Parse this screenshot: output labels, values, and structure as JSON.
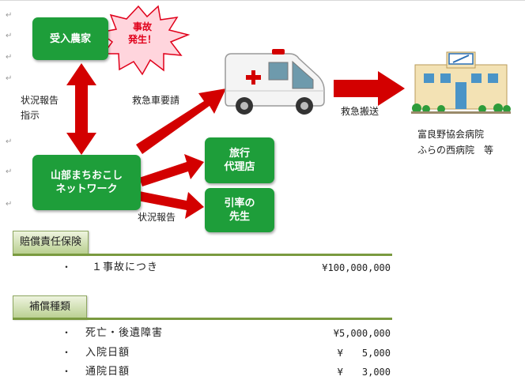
{
  "diagram": {
    "juniu_noka": "受入農家",
    "jiko_hassei": [
      "事故",
      "発生！"
    ],
    "jokyo_hokoku_left": "状況報告",
    "shiji": "指示",
    "kyukyusha_yosei": "救急車要請",
    "network": [
      "山部まちおこし",
      "ネットワーク"
    ],
    "ryoko_dairiten": [
      "旅行",
      "代理店"
    ],
    "inshuu_sensei": [
      "引率の",
      "先生"
    ],
    "jokyo_hokoku_bottom": "状況報告",
    "kyukyu_hanso": "救急搬送",
    "hospital_names": [
      "富良野協会病院",
      "ふらの西病院　等"
    ]
  },
  "baisho": {
    "header": "賠償責任保険",
    "items": [
      {
        "label": "１事故につき",
        "value": "¥100,000,000"
      }
    ]
  },
  "hosho": {
    "header": "補償種類",
    "items": [
      {
        "label": "死亡・後遺障害",
        "value": "¥5,000,000"
      },
      {
        "label": "入院日額",
        "value": "¥　　5,000"
      },
      {
        "label": "通院日額",
        "value": "¥　　3,000"
      }
    ]
  },
  "marks": {
    "paragraph": "↵",
    "bullet": "・"
  },
  "colors": {
    "box_green": "#1e9e3a",
    "arrow_red": "#d30000",
    "header_olive": "#7a9a3f"
  }
}
